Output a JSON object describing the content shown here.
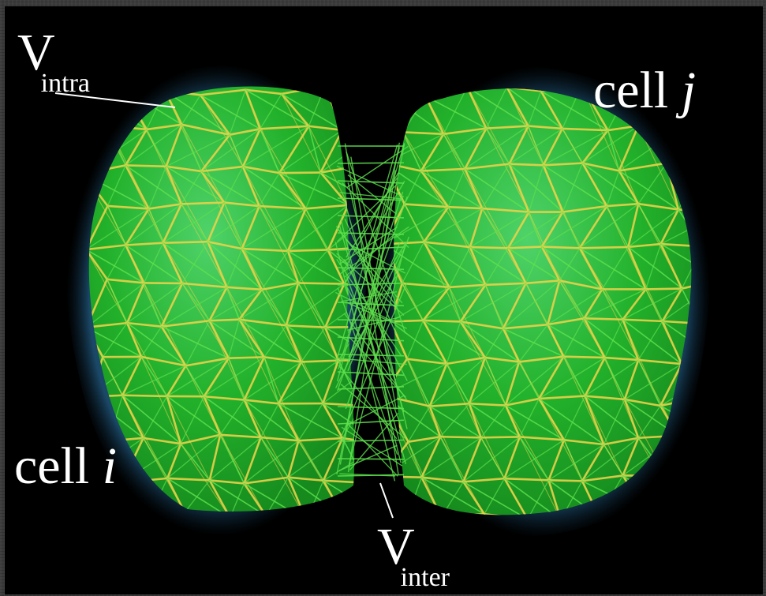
{
  "labels": {
    "v_intra": {
      "main": "V",
      "sub": "intra"
    },
    "cell_j": {
      "text": "cell ",
      "var": "j"
    },
    "cell_i": {
      "text": "cell ",
      "var": "i"
    },
    "v_inter": {
      "main": "V",
      "sub": "inter"
    }
  },
  "colors": {
    "background": "#000000",
    "membrane": "#2f6f9a",
    "mesh_fill": "#27b62a",
    "mesh_edge_yellow": "#e8d14a",
    "mesh_edge_green": "#5ee04e",
    "label": "#ffffff"
  }
}
